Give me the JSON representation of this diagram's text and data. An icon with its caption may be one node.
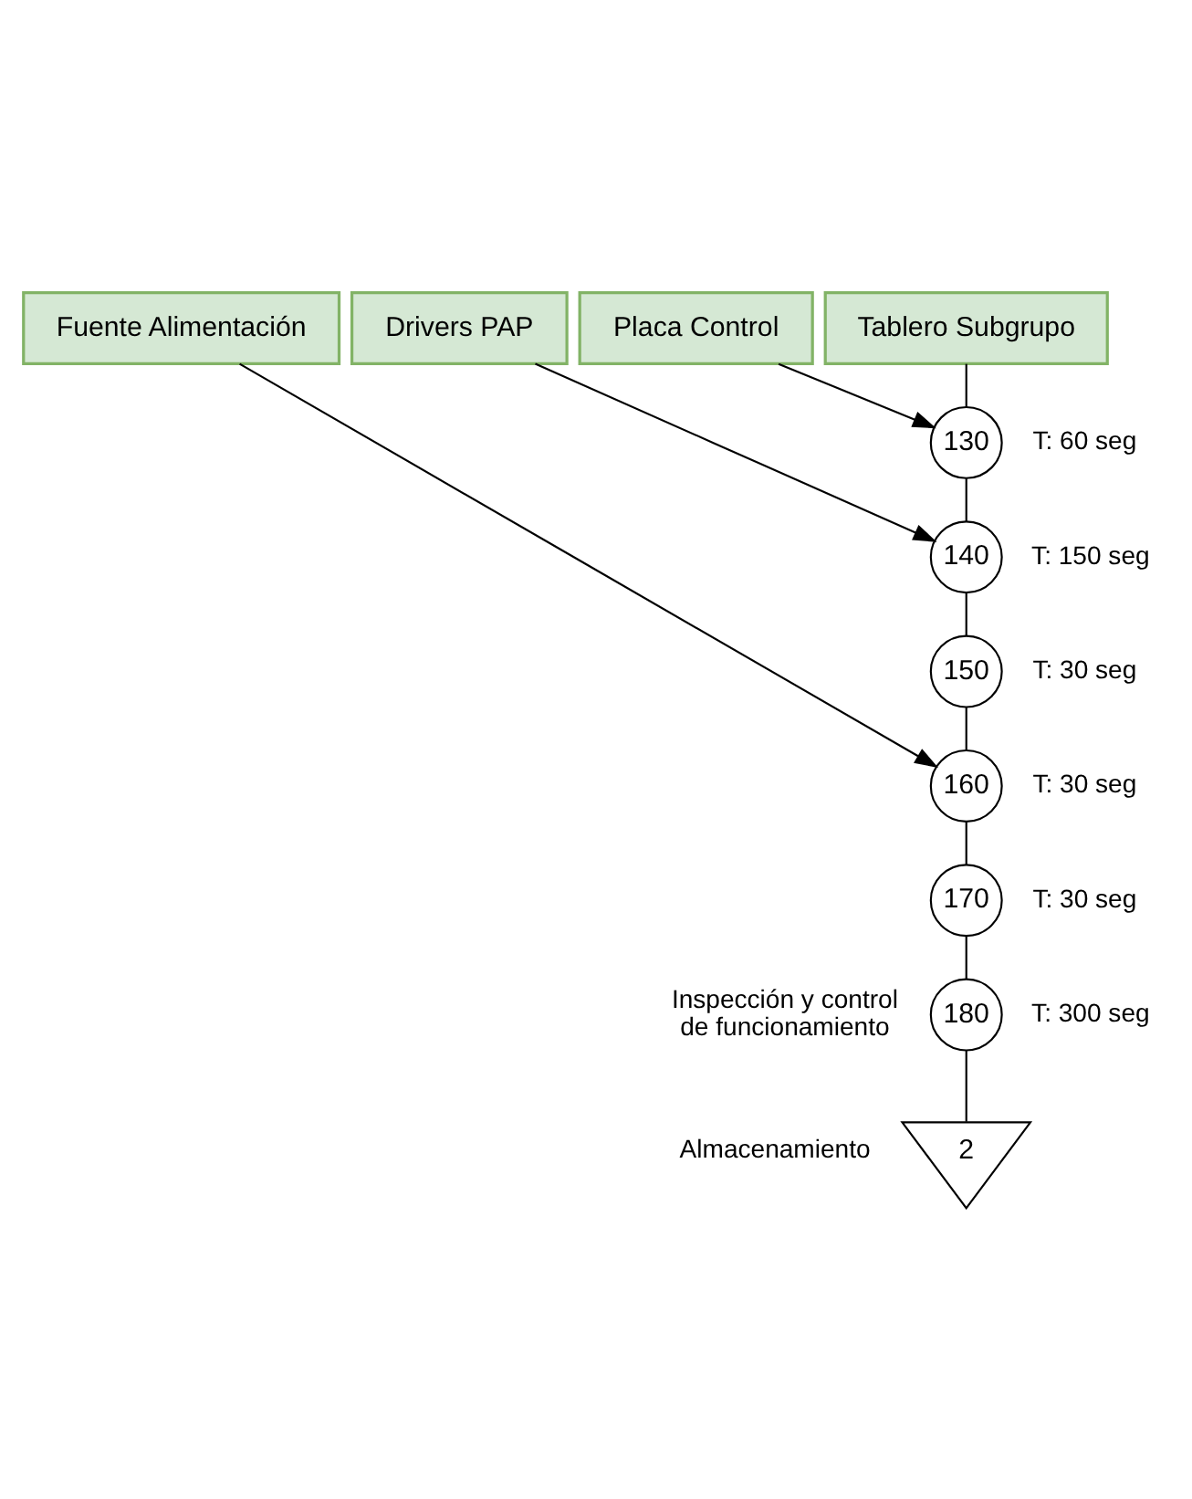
{
  "diagram": {
    "nodes": [
      {
        "text": [
          "Fuente Alimentación"
        ]
      },
      {
        "text": [
          "Drivers PAP"
        ]
      },
      {
        "text": [
          "Placa Control"
        ]
      },
      {
        "text": [
          "Tablero Subgrupo"
        ]
      },
      {
        "text": [
          "130"
        ],
        "beside": [
          "T: 60 seg"
        ]
      },
      {
        "text": [
          "140"
        ],
        "beside": [
          "T: 150 seg"
        ]
      },
      {
        "text": [
          "150"
        ],
        "beside": [
          "T: 30 seg"
        ]
      },
      {
        "text": [
          "160"
        ],
        "beside": [
          "T: 30 seg"
        ]
      },
      {
        "text": [
          "170"
        ],
        "beside": [
          "T: 30 seg"
        ]
      },
      {
        "text": [
          "180"
        ],
        "beside": [
          "Inspección y control de funcionamiento",
          "T: 300 seg"
        ]
      },
      {
        "text": [
          "2"
        ],
        "beside": [
          "Almacenamiento"
        ]
      }
    ],
    "edges": [
      {
        "from": 3,
        "to": 4,
        "arrow": "none"
      },
      {
        "from": 2,
        "to": 4,
        "arrow": "to"
      },
      {
        "from": 4,
        "to": 5,
        "arrow": "none"
      },
      {
        "from": 1,
        "to": 5,
        "arrow": "to"
      },
      {
        "from": 5,
        "to": 6,
        "arrow": "none"
      },
      {
        "from": 6,
        "to": 7,
        "arrow": "none"
      },
      {
        "from": 0,
        "to": 7,
        "arrow": "to"
      },
      {
        "from": 7,
        "to": 8,
        "arrow": "none"
      },
      {
        "from": 8,
        "to": 9,
        "arrow": "none"
      },
      {
        "from": 9,
        "to": 10,
        "arrow": "none"
      }
    ]
  }
}
